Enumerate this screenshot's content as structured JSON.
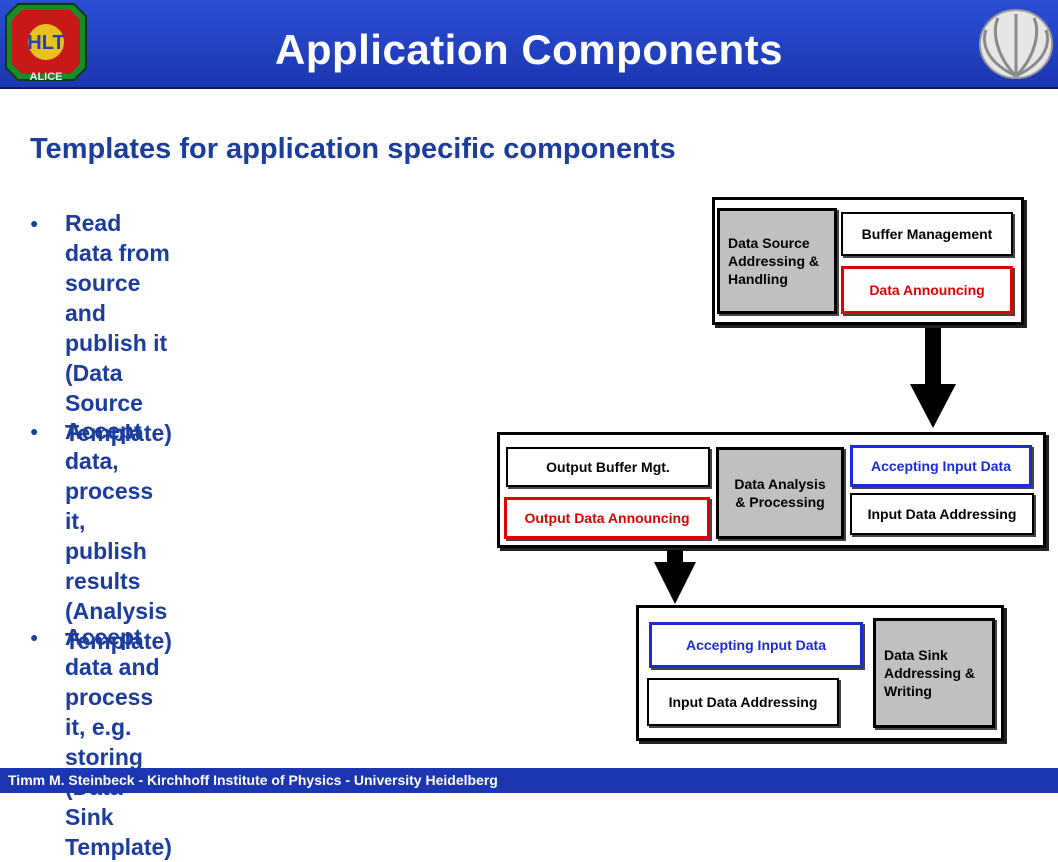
{
  "slide": {
    "title": "Application Components",
    "subtitle": "Templates for application specific components",
    "bullets": [
      "Read data from source and publish it (Data\nSource Template)",
      "Accept data, process it, publish\nresults (Analysis Template)",
      "Accept data and process it, e.g.\nstoring (Data Sink Template)"
    ],
    "bullet_symbol": "●",
    "footer": "Timm M. Steinbeck - Kirchhoff Institute of Physics - University Heidelberg"
  },
  "logos": {
    "left": "HLT ALICE",
    "right": "university-seal"
  },
  "diagram": {
    "source": {
      "handling": "Data Source\nAddressing &\nHandling",
      "buffer": "Buffer Management",
      "announcing": "Data Announcing"
    },
    "analysis": {
      "out_buffer": "Output Buffer Mgt.",
      "out_announcing": "Output Data Announcing",
      "processing": "Data Analysis\n& Processing",
      "accepting": "Accepting Input Data",
      "addressing": "Input Data Addressing"
    },
    "sink": {
      "accepting": "Accepting Input Data",
      "addressing": "Input Data Addressing",
      "writing": "Data Sink\nAddressing &\nWriting"
    }
  },
  "colors": {
    "header": "#1b36b0",
    "text": "#1c3d9c",
    "red": "#e00000",
    "blue": "#1a2bd8",
    "gray": "#c0c0c0"
  }
}
